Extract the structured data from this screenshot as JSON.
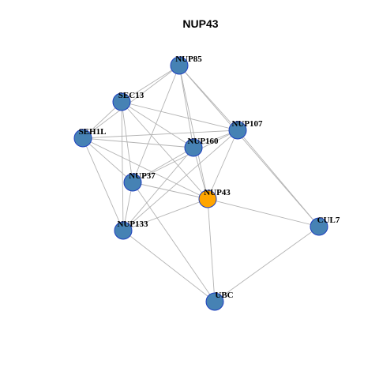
{
  "title": "NUP43",
  "colors": {
    "node_default": "#4682b4",
    "node_focus": "#ffa500",
    "node_border": "#1e3fbf",
    "edge": "#b3b3b3"
  },
  "nodes": [
    {
      "id": "NUP85",
      "label": "NUP85",
      "focus": false
    },
    {
      "id": "SEC13",
      "label": "SEC13",
      "focus": false
    },
    {
      "id": "NUP107",
      "label": "NUP107",
      "focus": false
    },
    {
      "id": "SEH1L",
      "label": "SEH1L",
      "focus": false
    },
    {
      "id": "NUP160",
      "label": "NUP160",
      "focus": false
    },
    {
      "id": "NUP37",
      "label": "NUP37",
      "focus": false
    },
    {
      "id": "NUP43",
      "label": "NUP43",
      "focus": true
    },
    {
      "id": "NUP133",
      "label": "NUP133",
      "focus": false
    },
    {
      "id": "CUL7",
      "label": "CUL7",
      "focus": false
    },
    {
      "id": "UBC",
      "label": "UBC",
      "focus": false
    }
  ],
  "edges": [
    [
      "NUP85",
      "SEC13"
    ],
    [
      "NUP85",
      "SEH1L"
    ],
    [
      "NUP85",
      "NUP160"
    ],
    [
      "NUP85",
      "NUP43"
    ],
    [
      "NUP85",
      "NUP37"
    ],
    [
      "NUP85",
      "CUL7"
    ],
    [
      "NUP85",
      "NUP107"
    ],
    [
      "SEC13",
      "SEH1L"
    ],
    [
      "SEC13",
      "NUP107"
    ],
    [
      "SEC13",
      "NUP160"
    ],
    [
      "SEC13",
      "NUP37"
    ],
    [
      "SEC13",
      "NUP43"
    ],
    [
      "SEC13",
      "NUP133"
    ],
    [
      "SEH1L",
      "NUP107"
    ],
    [
      "SEH1L",
      "NUP160"
    ],
    [
      "SEH1L",
      "NUP37"
    ],
    [
      "SEH1L",
      "NUP43"
    ],
    [
      "SEH1L",
      "NUP133"
    ],
    [
      "NUP107",
      "NUP160"
    ],
    [
      "NUP107",
      "NUP37"
    ],
    [
      "NUP107",
      "NUP43"
    ],
    [
      "NUP107",
      "NUP133"
    ],
    [
      "NUP107",
      "CUL7"
    ],
    [
      "NUP160",
      "NUP37"
    ],
    [
      "NUP160",
      "NUP43"
    ],
    [
      "NUP160",
      "NUP133"
    ],
    [
      "NUP37",
      "NUP43"
    ],
    [
      "NUP37",
      "NUP133"
    ],
    [
      "NUP37",
      "UBC"
    ],
    [
      "NUP43",
      "NUP133"
    ],
    [
      "NUP43",
      "CUL7"
    ],
    [
      "NUP43",
      "UBC"
    ],
    [
      "NUP133",
      "UBC"
    ],
    [
      "CUL7",
      "UBC"
    ]
  ]
}
